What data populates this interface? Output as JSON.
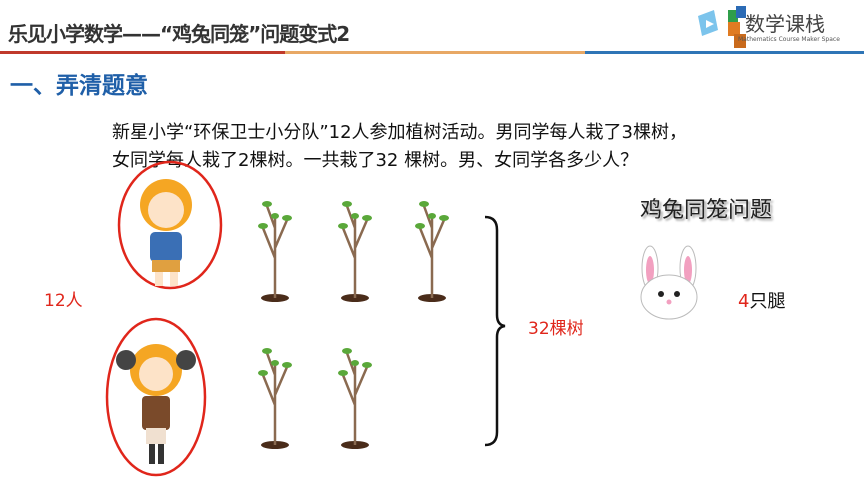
{
  "header": {
    "title": "乐见小学数学——“鸡兔同笼”问题变式2",
    "logo_text": "数学课栈",
    "logo_subtitle": "Mathematics Course Maker Space"
  },
  "colors": {
    "accent_red": "#c0392b",
    "accent_orange": "#e8a865",
    "accent_blue": "#2e75b6",
    "heading_blue": "#1f5fa8",
    "highlight_red": "#e0261b"
  },
  "section": {
    "heading": "一、弄清题意"
  },
  "problem": {
    "line1": "新星小学“环保卫士小分队”12人参加植树活动。男同学每人栽了3棵树，",
    "line2": "女同学每人栽了2棵树。一共栽了32 棵树。男、女同学各多少人？"
  },
  "figure": {
    "people_label": "12人",
    "trees_label": "32棵树",
    "boy_trees": 3,
    "girl_trees": 2
  },
  "side": {
    "title": "鸡兔同笼问题",
    "legs_number": "4",
    "legs_unit": "只腿"
  }
}
